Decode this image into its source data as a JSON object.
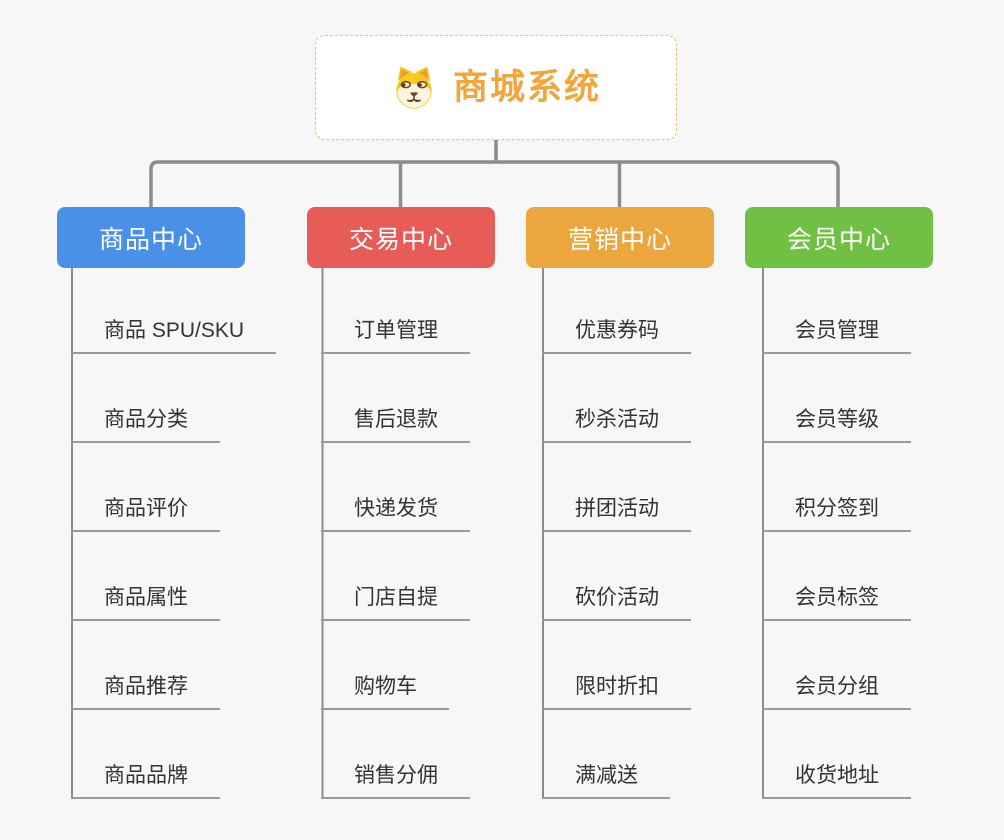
{
  "root": {
    "title": "商城系统",
    "icon": "dog-face-icon"
  },
  "branches": [
    {
      "label": "商品中心",
      "color": "#4a90e8",
      "children": [
        "商品 SPU/SKU",
        "商品分类",
        "商品评价",
        "商品属性",
        "商品推荐",
        "商品品牌"
      ]
    },
    {
      "label": "交易中心",
      "color": "#e85c58",
      "children": [
        "订单管理",
        "售后退款",
        "快递发货",
        "门店自提",
        "购物车",
        "销售分佣"
      ]
    },
    {
      "label": "营销中心",
      "color": "#eba63e",
      "children": [
        "优惠券码",
        "秒杀活动",
        "拼团活动",
        "砍价活动",
        "限时折扣",
        "满减送"
      ]
    },
    {
      "label": "会员中心",
      "color": "#6fc043",
      "children": [
        "会员管理",
        "会员等级",
        "积分签到",
        "会员标签",
        "会员分组",
        "收货地址"
      ]
    }
  ],
  "colors": {
    "background": "#f7f7f8",
    "connector": "#8c8c8c",
    "leaf_underline": "#9a9a9a",
    "root_accent": "#f2a53c",
    "root_border": "#f0c070"
  }
}
